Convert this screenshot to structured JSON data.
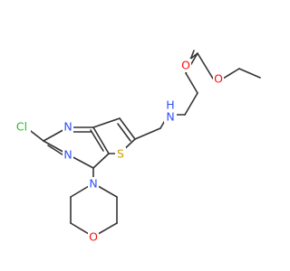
{
  "colors": {
    "bond": "#333333",
    "nitrogen": "#3050F8",
    "oxygen": "#FF0D0D",
    "sulfur": "#C8A000",
    "chlorine": "#1FC01F",
    "background": "#ffffff"
  },
  "atoms": {
    "cl": "Cl",
    "n_pyrimidine_top": "N",
    "n_pyrimidine_bottom": "N",
    "s_thiophene": "S",
    "n_morpholine": "N",
    "o_morpholine": "O",
    "nh_amine": "H",
    "n_amine": "N",
    "o_carbonyl": "O",
    "o_ester": "O"
  }
}
